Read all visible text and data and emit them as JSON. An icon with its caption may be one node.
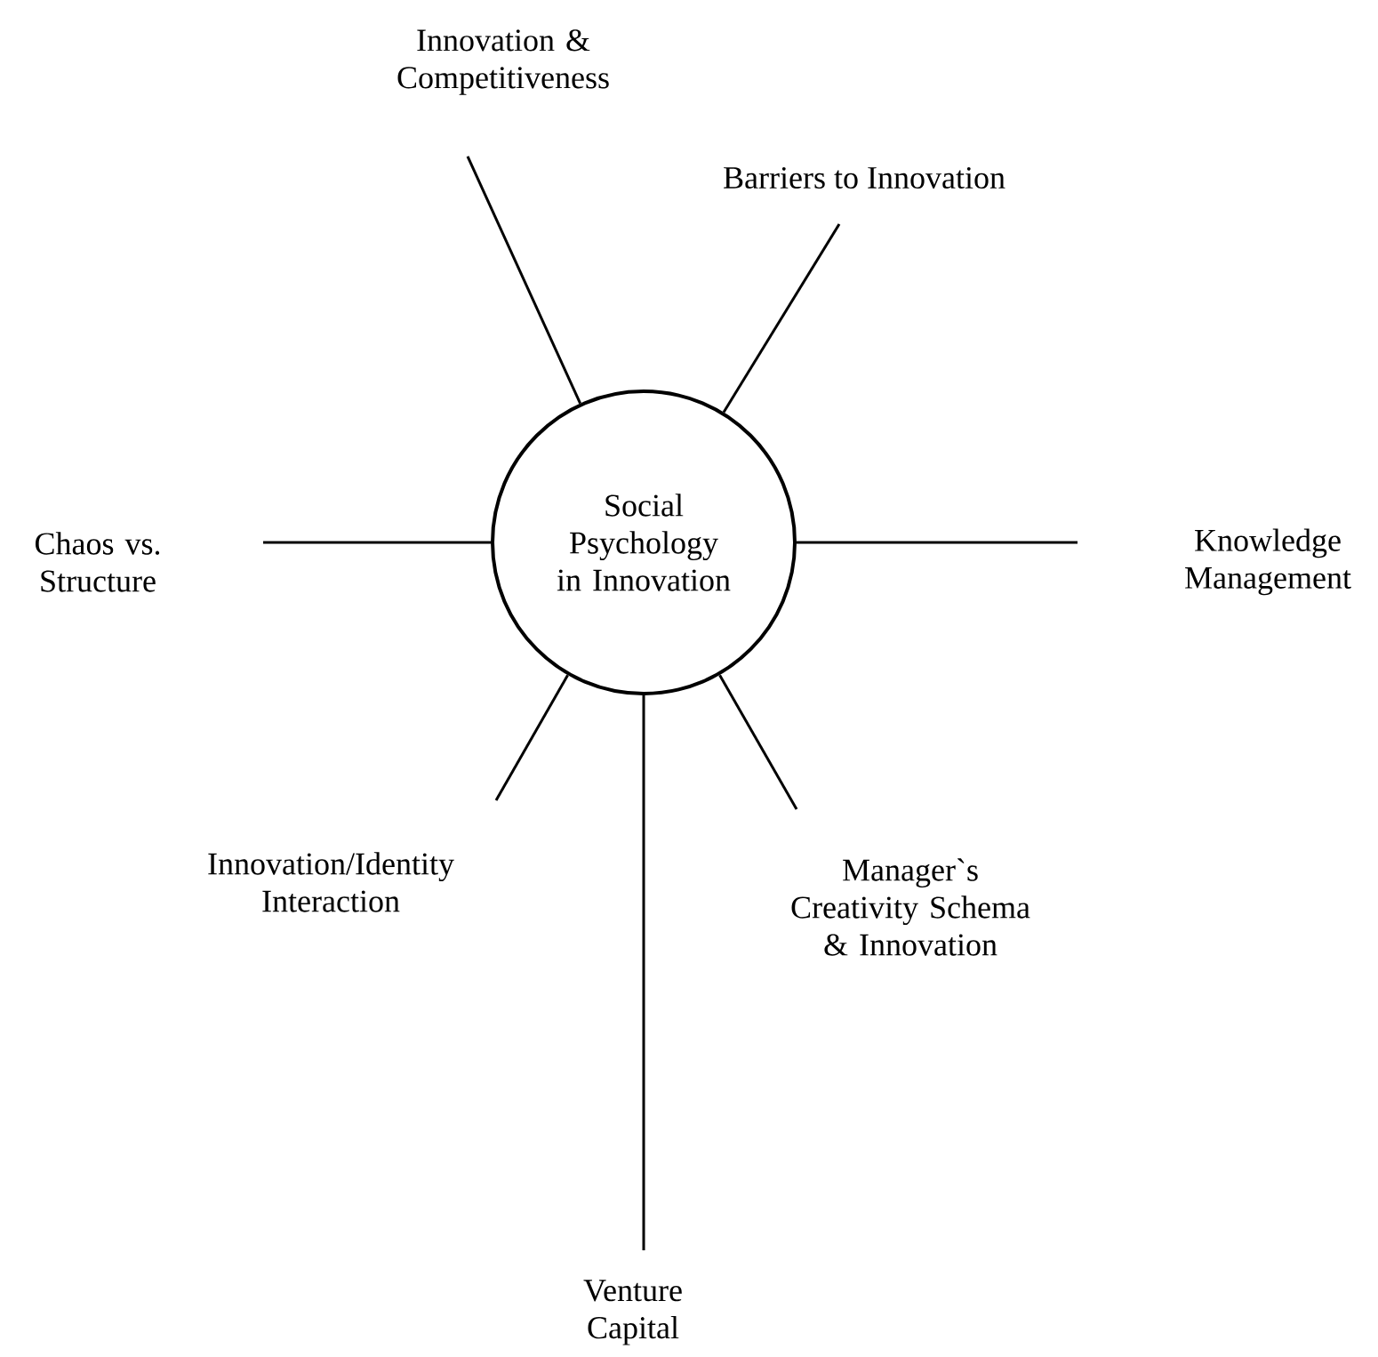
{
  "diagram": {
    "nodes": [
      {
        "text": [
          "Social Psychology in Innovation"
        ]
      },
      {
        "text": [
          "Innovation & Competitiveness"
        ]
      },
      {
        "text": [
          "Barriers to Innovation"
        ]
      },
      {
        "text": [
          "Chaos vs. Structure"
        ]
      },
      {
        "text": [
          "Knowledge Management"
        ]
      },
      {
        "text": [
          "Innovation/Identity Interaction"
        ]
      },
      {
        "text": [
          "Manager`s Creativity Schema & Innovation"
        ]
      },
      {
        "text": [
          "Venture Capital"
        ]
      }
    ],
    "edges": [
      {
        "from": 0,
        "to": 1,
        "arrow": "none"
      },
      {
        "from": 0,
        "to": 2,
        "arrow": "none"
      },
      {
        "from": 0,
        "to": 3,
        "arrow": "none"
      },
      {
        "from": 0,
        "to": 4,
        "arrow": "none"
      },
      {
        "from": 0,
        "to": 5,
        "arrow": "none"
      },
      {
        "from": 0,
        "to": 6,
        "arrow": "none"
      },
      {
        "from": 0,
        "to": 7,
        "arrow": "none"
      }
    ]
  }
}
